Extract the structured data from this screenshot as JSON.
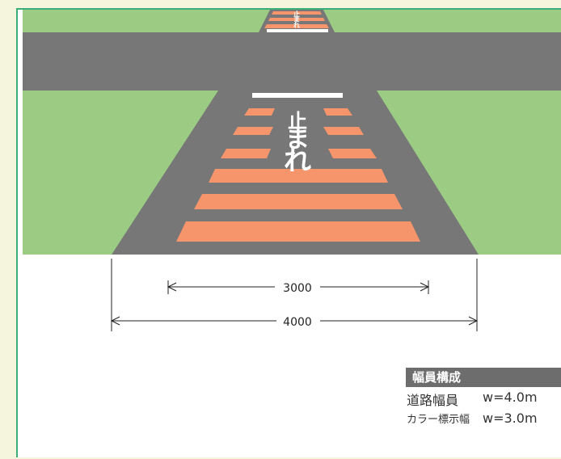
{
  "road_marking_top": "止まれ",
  "road_marking_main": [
    "止",
    "ま",
    "れ"
  ],
  "dimensions": {
    "inner": "3000",
    "outer": "4000"
  },
  "legend": {
    "title": "幅員構成",
    "rows": [
      {
        "label": "道路幅員",
        "value": "w=4.0m"
      },
      {
        "label": "カラー標示幅",
        "value": "w=3.0m"
      }
    ]
  },
  "colors": {
    "grass": "#9ccc84",
    "road": "#777777",
    "stripe": "#f6956b",
    "frame": "#3cae7a",
    "outer_bg": "#f5f4dc",
    "legend_header": "#6d6d6d"
  }
}
